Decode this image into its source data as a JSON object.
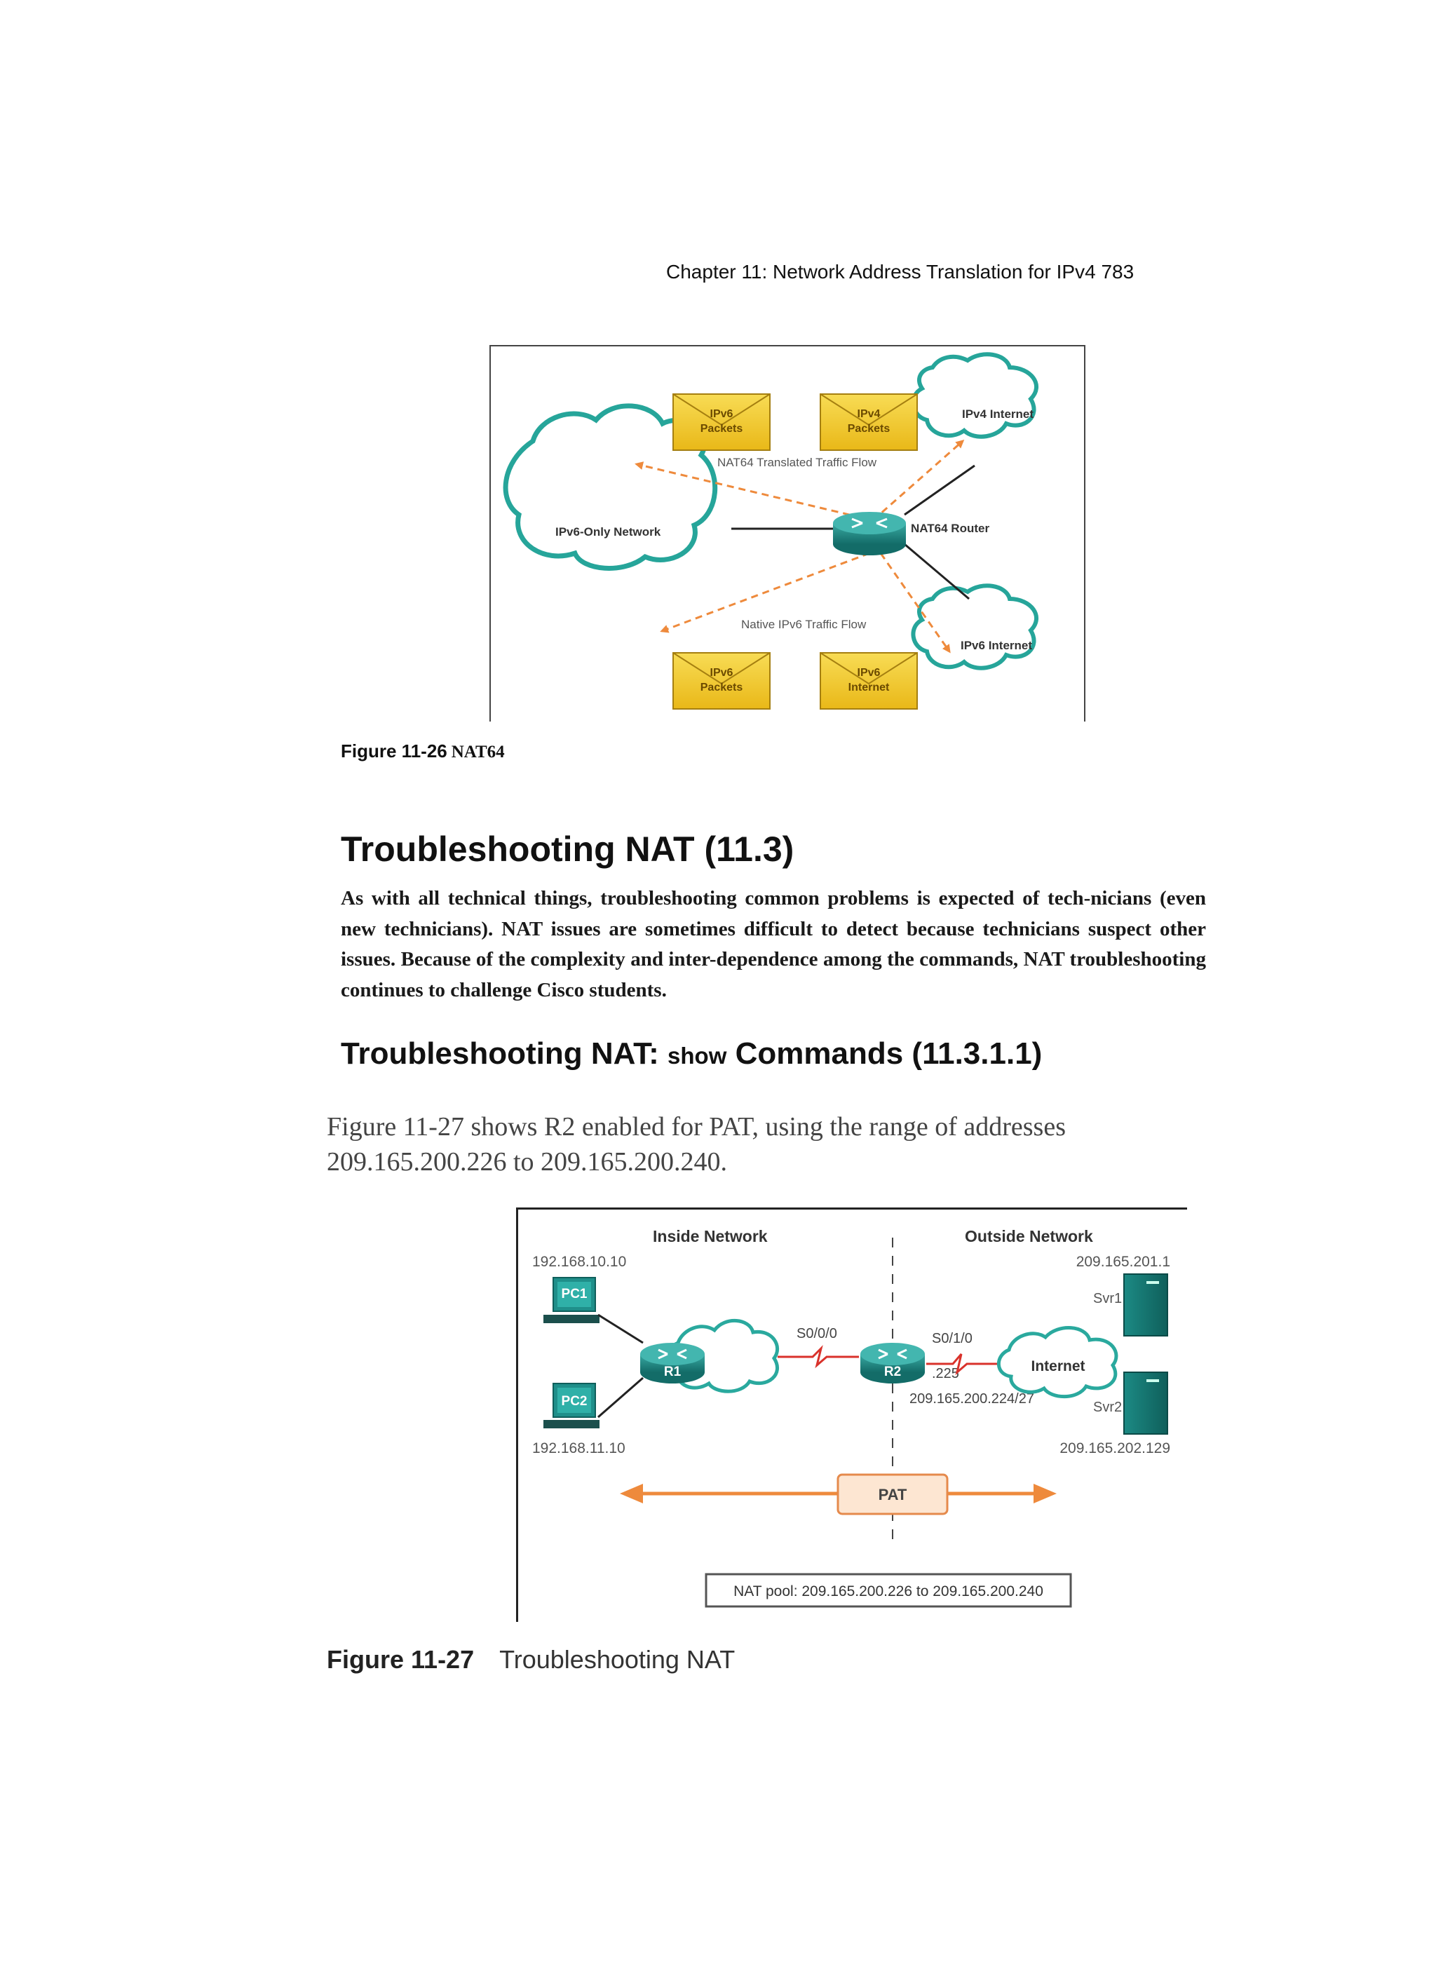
{
  "header": {
    "running_head": "Chapter 11: Network Address Translation for IPv4 783"
  },
  "figure_11_26": {
    "envelopes": {
      "top_left": [
        "IPv6",
        "Packets"
      ],
      "top_right": [
        "IPv4",
        "Packets"
      ],
      "bottom_left": [
        "IPv6",
        "Packets"
      ],
      "bottom_right": [
        "IPv6",
        "Internet"
      ]
    },
    "clouds": {
      "ipv6_only": "IPv6-Only Network",
      "ipv4_internet": "IPv4 Internet",
      "ipv6_internet": "IPv6 Internet"
    },
    "router_label": "NAT64 Router",
    "flow_translated": "NAT64 Translated Traffic Flow",
    "flow_native": "Native IPv6 Traffic Flow",
    "caption_label": "Figure 11-26",
    "caption_title": "NAT64"
  },
  "section": {
    "heading": "Troubleshooting NAT (11.3)",
    "paragraph": "As with all technical things, troubleshooting common problems is expected of tech-nicians (even new technicians). NAT issues are sometimes difficult to detect because technicians suspect other issues. Because of the complexity and inter-dependence among the commands, NAT troubleshooting continues to challenge Cisco students."
  },
  "subsection": {
    "heading_pre": "Troubleshooting NAT: ",
    "heading_code": "show",
    "heading_post": " Commands (11.3.1.1)",
    "paragraph": "Figure 11-27 shows R2 enabled for PAT, using the range of addresses 209.165.200.226 to 209.165.200.240."
  },
  "figure_11_27": {
    "inside_label": "Inside Network",
    "outside_label": "Outside Network",
    "pc1_ip": "192.168.10.10",
    "pc1_name": "PC1",
    "pc2_ip": "192.168.11.10",
    "pc2_name": "PC2",
    "r1_name": "R1",
    "r2_name": "R2",
    "s000": "S0/0/0",
    "s010": "S0/1/0",
    "host_225": ".225",
    "subnet": "209.165.200.224/27",
    "internet": "Internet",
    "svr1_ip": "209.165.201.1",
    "svr1_name": "Svr1",
    "svr2_name": "Svr2",
    "svr2_ip": "209.165.202.129",
    "pat": "PAT",
    "nat_pool": "NAT pool: 209.165.200.226 to 209.165.200.240",
    "caption_label": "Figure 11-27",
    "caption_title": "Troubleshooting NAT"
  },
  "colors": {
    "teal": "#1f8f8a",
    "envelope": "#f3cc2a",
    "flow_arrow": "#ee8a3c",
    "serial_link": "#d9322b"
  }
}
